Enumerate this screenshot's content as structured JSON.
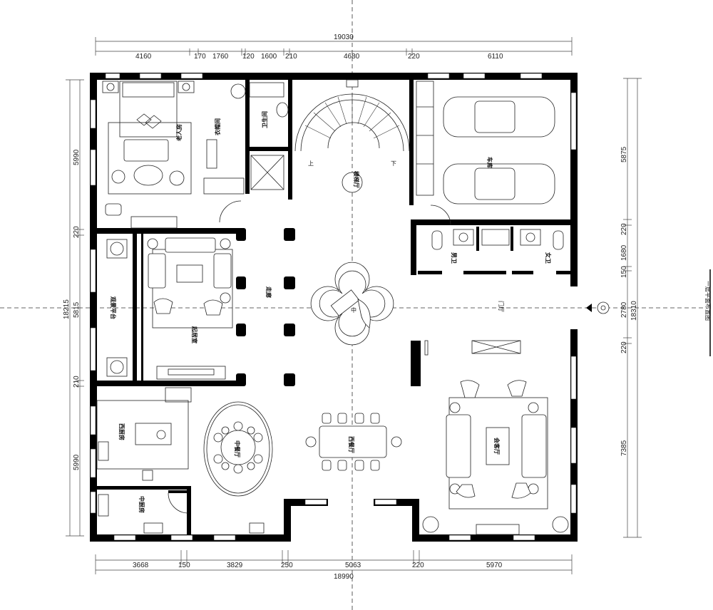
{
  "drawing_title": "一层平面布置图",
  "dimensions": {
    "top_total": "19030",
    "top": [
      "4160",
      "170",
      "1760",
      "120",
      "1600",
      "210",
      "4680",
      "220",
      "6110"
    ],
    "bottom_total": "18990",
    "bottom": [
      "3668",
      "150",
      "3829",
      "250",
      "5063",
      "220",
      "5970"
    ],
    "left_total": "18215",
    "left": [
      "5990",
      "220",
      "5815",
      "210",
      "5990"
    ],
    "right_total": "18310",
    "right": [
      "5875",
      "220",
      "1680",
      "150",
      "2780",
      "220",
      "7385"
    ]
  },
  "rooms": {
    "elder_room": "老人房",
    "cloakroom": "衣帽间",
    "bathroom": "卫生间",
    "stair_hall": "楼梯厅",
    "up": "上",
    "down": "下",
    "garage": "车库",
    "male_wc": "男卫",
    "female_wc": "女卫",
    "view_terrace": "观景平台",
    "living_room": "起居室",
    "corridor": "走廊",
    "foyer": "门厅",
    "western_kitchen": "西厨房",
    "chinese_dining": "中餐厅",
    "western_dining": "西餐厅",
    "reception": "会客厅",
    "chinese_kitchen": "中厨房",
    "center_feature": "中"
  }
}
